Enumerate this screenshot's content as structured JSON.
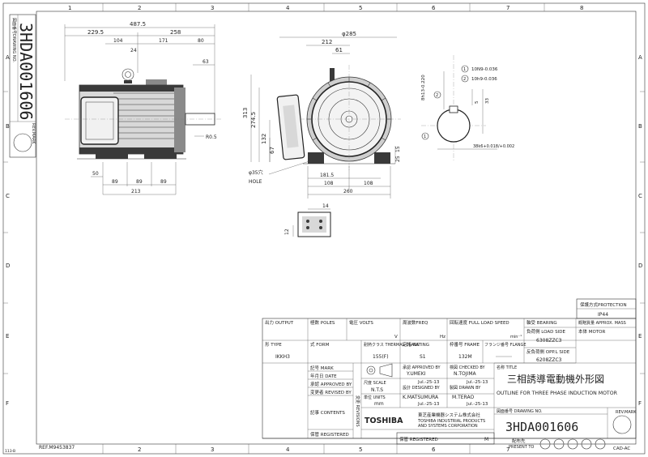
{
  "sheet": {
    "columns": [
      "1",
      "2",
      "3",
      "4",
      "5",
      "6",
      "7",
      "8"
    ],
    "rows": [
      "A",
      "B",
      "C",
      "D",
      "E",
      "F"
    ],
    "ref": "REF.M9453837",
    "cad": "CAD-AC",
    "corner_code": "113-B"
  },
  "side_tab": {
    "label": "図面番号DRAWING NO.",
    "drawing_no": "3HDA001606",
    "rev_label": "REV.MARK"
  },
  "dims_side": {
    "total": "487.5",
    "d2295": "229.5",
    "d258": "258",
    "d104": "104",
    "d24": "24",
    "d171": "171",
    "d80": "80",
    "d63": "63",
    "r05": "R0.5",
    "d50": "50",
    "d89a": "89",
    "d89b": "89",
    "d89c": "89",
    "d213": "213"
  },
  "dims_front": {
    "phi285": "φ285",
    "d212": "212",
    "d61": "61",
    "d313": "313",
    "d2745": "274.5",
    "d132": "132",
    "d67": "67",
    "d15": "15",
    "d25": "25",
    "d1815": "181.5",
    "d108a": "108",
    "d108b": "108",
    "d260": "260",
    "hole_dia": "φ35穴",
    "hole": "HOLE"
  },
  "dims_shaft": {
    "key1": "10N9-0.036",
    "key2": "10h9-0.036",
    "d8h": "8h13-0.220",
    "d5": "5",
    "d33": "33",
    "d38": "38k6+0.018/+0.002",
    "c1": "1",
    "c2": "2"
  },
  "dims_box": {
    "d14": "14",
    "d12": "12"
  },
  "title_block": {
    "protection_label": "保護方式PROTECTION",
    "protection": "IP44",
    "output": "出力 OUTPUT",
    "poles": "極数 POLES",
    "volts": "電圧 VOLTS",
    "v_unit": "V",
    "freq": "周波数FREQ",
    "hz_unit": "Hz",
    "speed": "回転速度 FULL LOAD SPEED",
    "speed_unit": "min⁻¹",
    "bearing_lbl": "軸受 BEARING",
    "approx_mass": "概略質量 APPROX. MASS",
    "load_side": "負荷側 LOAD SIDE",
    "load_side_val": "6308ZZC3",
    "body": "本体 MOTOR",
    "opp_side": "反負荷側 OPP.L SIDE",
    "opp_side_val": "6208ZZC3",
    "type_lbl": "形 TYPE",
    "type_val": "IKKH3",
    "form_lbl": "式 FORM",
    "class_lbl": "耐熱クラス THERMAL CLASS",
    "class_val": "155(F)",
    "rating_lbl": "定格 RATING",
    "rating_val": "S1",
    "frame_lbl": "枠番号 FRAME",
    "frame_val": "132M",
    "flange_lbl": "フランジ番号 FLANGE",
    "mark_lbl": "記号 MARK",
    "date_lbl": "年月日 DATE",
    "approved_by_lbl": "承認 APPROVED BY",
    "revised_by_lbl": "変更者 REVISED BY",
    "contents_lbl": "記事 CONTENTS",
    "revisions_lbl": "変更 REVISIONS",
    "registered_lbl": "保管 REGISTERED",
    "approved_lbl": "承認 APPROVED BY",
    "approved_name": "Y.UMEKI",
    "approved_date": "Jul.-25-13",
    "checked_lbl": "検図 CHECKED BY",
    "checked_name": "N.TOJIMA",
    "checked_date": "Jul.-25-13",
    "scale_lbl": "尺度 SCALE",
    "scale_val": "N.T.S",
    "designed_lbl": "設計 DESIGNED BY",
    "designed_name": "K.MATSUMURA",
    "designed_date": "Jul.-25-13",
    "drawn_lbl": "製図 DRAWN BY",
    "drawn_name": "M.TERAO",
    "drawn_date": "Jul.-25-13",
    "units_lbl": "単位 UNITS",
    "units_val": "mm",
    "title_lbl": "名称 TITLE",
    "title_jp": "三相誘導電動機外形図",
    "title_en": "OUTLINE FOR THREE PHASE INDUCTION MOTOR",
    "drawing_no_lbl": "図面番号 DRAWING NO.",
    "drawing_no": "3HDA001606",
    "rev_lbl": "REV.MARK",
    "brand": "TOSHIBA",
    "company_jp": "東芝産業機器システム株式会社",
    "company_en1": "TOSHIBA INDUSTRIAL PRODUCTS",
    "company_en2": "AND SYSTEMS CORPORATION",
    "registered_bottom": "保管 REGISTERED",
    "m_lbl": "M",
    "present_lbl": "配布先",
    "present_en": "PRESENT TO"
  }
}
